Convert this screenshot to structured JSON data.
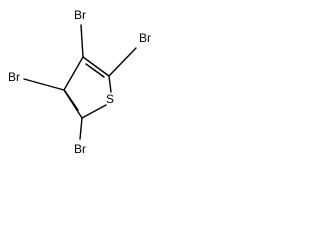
{
  "molecule": {
    "atoms": {
      "br_top": "Br",
      "br_top_right": "Br",
      "br_left": "Br",
      "br_bottom": "Br",
      "s": "S"
    },
    "colors": {
      "bond": "#000000",
      "label": "#000000",
      "background": "#ffffff"
    }
  }
}
